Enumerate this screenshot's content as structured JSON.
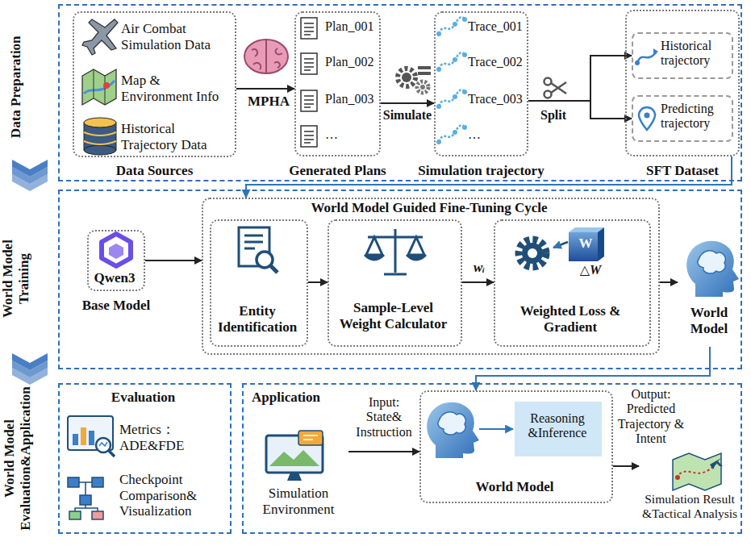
{
  "diagram": {
    "nodes": [
      {
        "text": [
          "Data Preparation"
        ]
      },
      {
        "text": [
          "Air Combat Simulation Data",
          "Map & Environment Info",
          "Historical Trajectory Data",
          "Data Sources"
        ],
        "in": 0
      },
      {
        "text": [
          "Plan_001",
          "Plan_002",
          "Plan_003",
          "…",
          "Generated Plans"
        ],
        "in": 0
      },
      {
        "text": [
          "Trace_001",
          "Trace_002",
          "Trace_003",
          "…",
          "Simulation trajectory"
        ],
        "in": 0
      },
      {
        "text": [
          "SFT Dataset"
        ],
        "in": 0
      },
      {
        "text": [
          "Historical trajectory"
        ],
        "in": 4
      },
      {
        "text": [
          "Predicting trajectory"
        ],
        "in": 4
      },
      {
        "text": [
          "World Model Training"
        ]
      },
      {
        "text": [
          "Qwen3",
          "Base Model"
        ],
        "in": 7
      },
      {
        "text": [
          "World Model Guided Fine-Tuning Cycle"
        ],
        "in": 7
      },
      {
        "text": [
          "Entity Identification"
        ],
        "in": 9
      },
      {
        "text": [
          "Sample-Level Weight Calculator"
        ],
        "in": 9
      },
      {
        "text": [
          "Weighted Loss & Gradient"
        ],
        "in": 9
      },
      {
        "text": [
          "World Model"
        ],
        "in": 7
      },
      {
        "text": [
          "Evaluation",
          "Metrics： ADE&FDE",
          "Checkpoint Comparison& Visualization"
        ]
      },
      {
        "text": [
          "Application"
        ]
      },
      {
        "text": [
          "Simulation Environment"
        ],
        "in": 15
      },
      {
        "text": [
          "World Model"
        ],
        "in": 15
      },
      {
        "text": [
          "Reasoning &Inference"
        ],
        "in": 17
      },
      {
        "text": [
          "Simulation Result &Tactical Analysis"
        ],
        "in": 15
      }
    ],
    "edges": [
      {
        "from": 1,
        "to": 2,
        "label": "MPHA",
        "arrow": "to"
      },
      {
        "from": 2,
        "to": 3,
        "label": "Simulate",
        "arrow": "to"
      },
      {
        "from": 3,
        "to": 5,
        "label": "Split",
        "arrow": "to"
      },
      {
        "from": 3,
        "to": 6,
        "arrow": "to"
      },
      {
        "from": 4,
        "to": 9,
        "arrow": "to"
      },
      {
        "from": 8,
        "to": 9,
        "arrow": "to"
      },
      {
        "from": 10,
        "to": 11,
        "arrow": "to"
      },
      {
        "from": 11,
        "to": 12,
        "label": "wᵢ",
        "arrow": "to"
      },
      {
        "from": 9,
        "to": 13,
        "arrow": "to"
      },
      {
        "from": 13,
        "to": 17,
        "arrow": "to"
      },
      {
        "from": 16,
        "to": 17,
        "label": "Input: State& Instruction",
        "arrow": "to"
      },
      {
        "from": 17,
        "to": 19,
        "label": "Output: Predicted Trajectory & Intent",
        "arrow": "to"
      }
    ],
    "labels": [
      "World Model Evaluation&Application",
      "W",
      "△W"
    ]
  }
}
